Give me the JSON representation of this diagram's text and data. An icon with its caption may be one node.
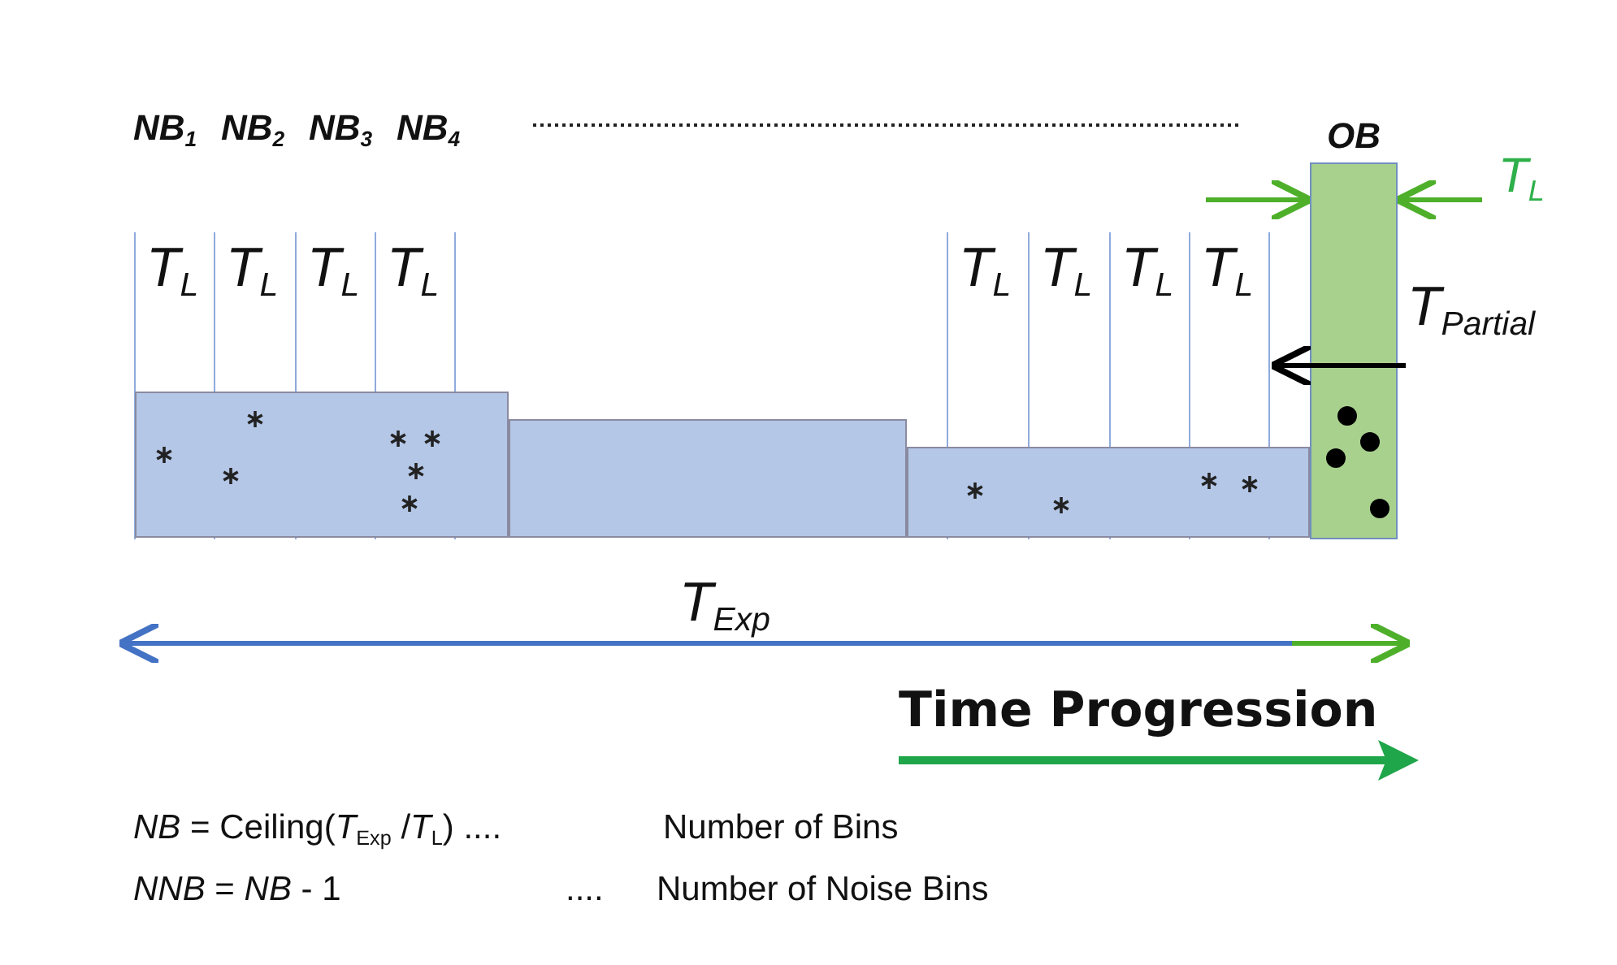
{
  "diagram": {
    "nodes": [
      {
        "text": [],
        "shape": "bar"
      },
      {
        "text": [],
        "shape": "bar"
      },
      {
        "text": [],
        "shape": "bar"
      },
      {
        "text": [
          "OB"
        ]
      }
    ],
    "labels": [
      "NB$_{1}$",
      "NB$_{2}$",
      "NB$_{3}$",
      "NB$_{4}$",
      "T$_{L}$",
      "T$_{L}$",
      "T$_{L}$",
      "T$_{L}$",
      "T$_{L}$",
      "T$_{L}$",
      "T$_{L}$",
      "T$_{L}$",
      "T$_{L}$",
      "T$_{Partial}$",
      "T$_{Exp}$",
      "Time Progression",
      "*NB* = Ceiling(*T*$_{Exp}$ /*T*$_{L}$) ....",
      "Number of Bins",
      "*NNB* = *NB* - 1",
      "....",
      "Number of Noise Bins"
    ]
  }
}
